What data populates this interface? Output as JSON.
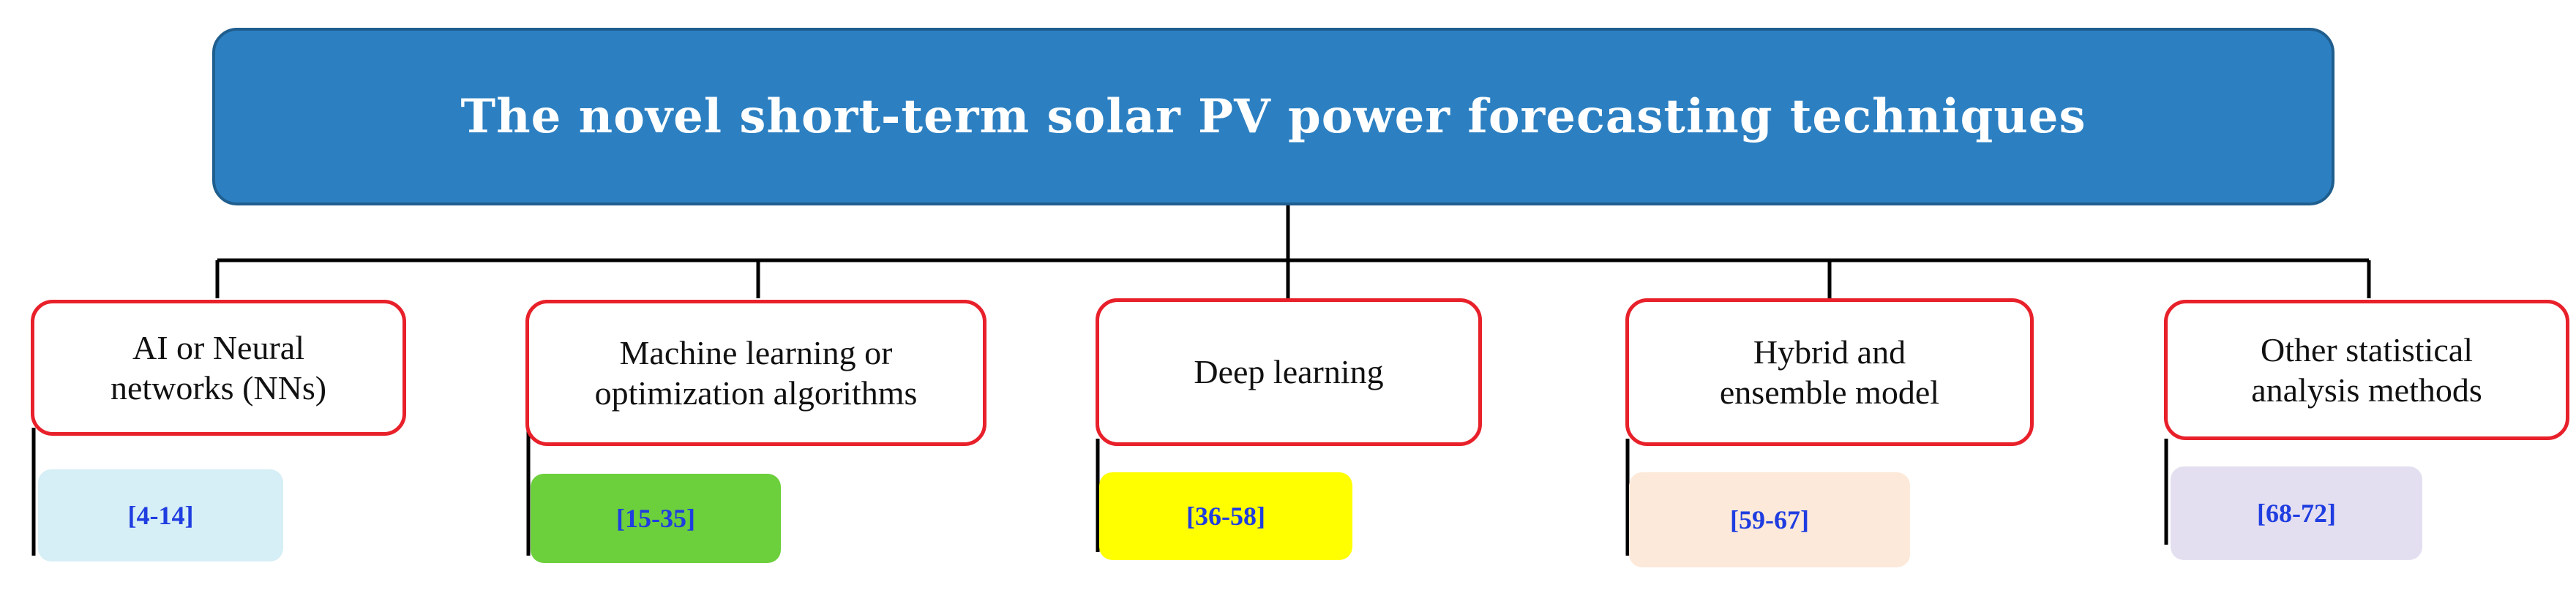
{
  "root": {
    "title": "The novel short-term solar PV power forecasting techniques"
  },
  "categories": [
    {
      "label": "AI or Neural\nnetworks (NNs)",
      "refs": "[4-14]",
      "ref_color": "#d6eef5"
    },
    {
      "label": "Machine learning or\noptimization algorithms",
      "refs": "[15-35]",
      "ref_color": "#6ccf3c"
    },
    {
      "label": "Deep learning",
      "refs": "[36-58]",
      "ref_color": "#ffff00"
    },
    {
      "label": "Hybrid and\nensemble model",
      "refs": "[59-67]",
      "ref_color": "#fde9d9"
    },
    {
      "label": "Other statistical\nanalysis methods",
      "refs": "[68-72]",
      "ref_color": "#e4dff0"
    }
  ],
  "colors": {
    "root_fill": "#2c80c2",
    "category_border": "#e8202a",
    "ref_text": "#1f3de0"
  }
}
